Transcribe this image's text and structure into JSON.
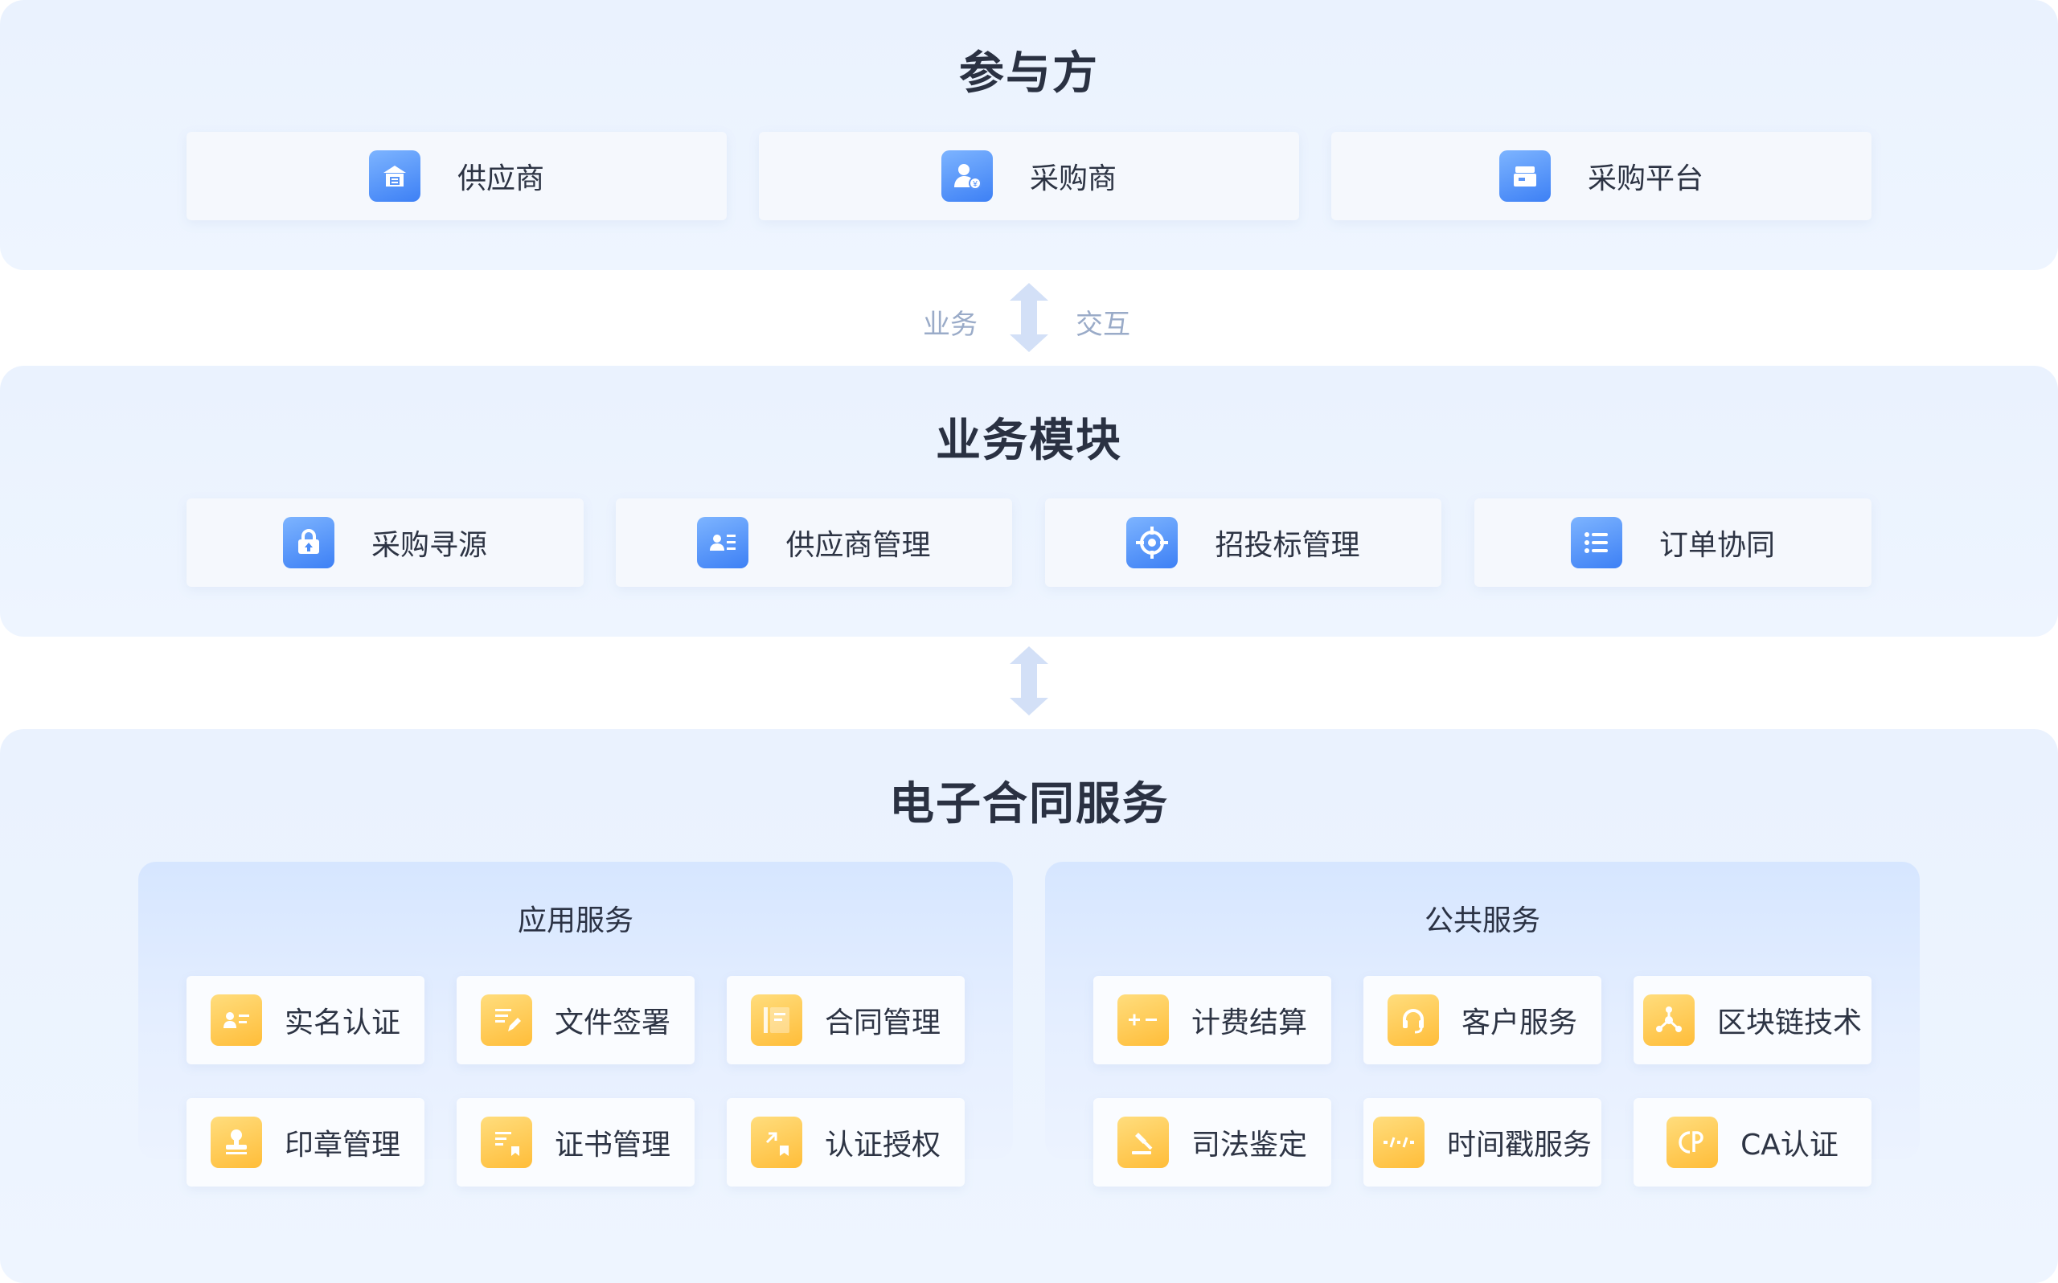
{
  "participants": {
    "title": "参与方",
    "items": [
      {
        "label": "供应商",
        "icon": "shop-icon"
      },
      {
        "label": "采购商",
        "icon": "buyer-icon"
      },
      {
        "label": "采购平台",
        "icon": "platform-icon"
      }
    ]
  },
  "connector1": {
    "left": "业务",
    "right": "交互"
  },
  "modules": {
    "title": "业务模块",
    "items": [
      {
        "label": "采购寻源",
        "icon": "lock-upload-icon"
      },
      {
        "label": "供应商管理",
        "icon": "contact-card-icon"
      },
      {
        "label": "招投标管理",
        "icon": "target-icon"
      },
      {
        "label": "订单协同",
        "icon": "list-icon"
      }
    ]
  },
  "econtract": {
    "title": "电子合同服务",
    "app": {
      "title": "应用服务",
      "items": [
        {
          "label": "实名认证",
          "icon": "id-card-icon"
        },
        {
          "label": "文件签署",
          "icon": "doc-sign-icon"
        },
        {
          "label": "合同管理",
          "icon": "contract-book-icon"
        },
        {
          "label": "印章管理",
          "icon": "seal-icon"
        },
        {
          "label": "证书管理",
          "icon": "certificate-icon"
        },
        {
          "label": "认证授权",
          "icon": "authorize-icon"
        }
      ]
    },
    "public": {
      "title": "公共服务",
      "items": [
        {
          "label": "计费结算",
          "icon": "plus-minus-icon"
        },
        {
          "label": "客户服务",
          "icon": "headset-icon"
        },
        {
          "label": "区块链技术",
          "icon": "blockchain-icon"
        },
        {
          "label": "司法鉴定",
          "icon": "gavel-icon"
        },
        {
          "label": "时间戳服务",
          "icon": "timestamp-icon"
        },
        {
          "label": "CA认证",
          "icon": "ca-icon"
        }
      ]
    }
  },
  "colors": {
    "blue_icon": "#4a8cf8",
    "yellow_icon": "#ffc948",
    "panel_bg": "#ecf3fe",
    "arrow": "#d3e0f7"
  }
}
